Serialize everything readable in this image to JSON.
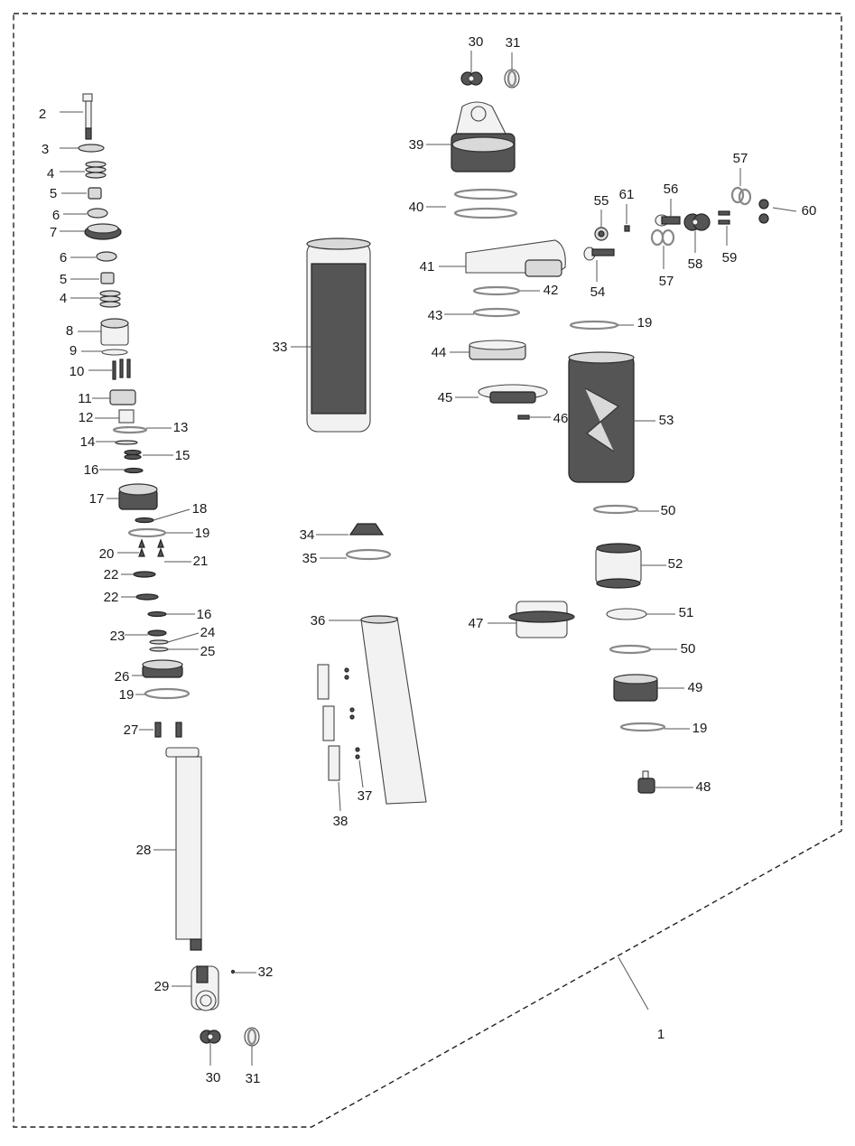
{
  "diagram": {
    "assembly_label": "1",
    "callouts": [
      {
        "id": "c2",
        "text": "2"
      },
      {
        "id": "c3",
        "text": "3"
      },
      {
        "id": "c4a",
        "text": "4"
      },
      {
        "id": "c5a",
        "text": "5"
      },
      {
        "id": "c6a",
        "text": "6"
      },
      {
        "id": "c7",
        "text": "7"
      },
      {
        "id": "c6b",
        "text": "6"
      },
      {
        "id": "c5b",
        "text": "5"
      },
      {
        "id": "c4b",
        "text": "4"
      },
      {
        "id": "c8",
        "text": "8"
      },
      {
        "id": "c9",
        "text": "9"
      },
      {
        "id": "c10",
        "text": "10"
      },
      {
        "id": "c11",
        "text": "11"
      },
      {
        "id": "c12",
        "text": "12"
      },
      {
        "id": "c13",
        "text": "13"
      },
      {
        "id": "c14",
        "text": "14"
      },
      {
        "id": "c15",
        "text": "15"
      },
      {
        "id": "c16a",
        "text": "16"
      },
      {
        "id": "c17",
        "text": "17"
      },
      {
        "id": "c18",
        "text": "18"
      },
      {
        "id": "c19a",
        "text": "19"
      },
      {
        "id": "c20",
        "text": "20"
      },
      {
        "id": "c21",
        "text": "21"
      },
      {
        "id": "c22a",
        "text": "22"
      },
      {
        "id": "c22b",
        "text": "22"
      },
      {
        "id": "c16b",
        "text": "16"
      },
      {
        "id": "c23",
        "text": "23"
      },
      {
        "id": "c24",
        "text": "24"
      },
      {
        "id": "c25",
        "text": "25"
      },
      {
        "id": "c26",
        "text": "26"
      },
      {
        "id": "c19b",
        "text": "19"
      },
      {
        "id": "c27",
        "text": "27"
      },
      {
        "id": "c28",
        "text": "28"
      },
      {
        "id": "c29",
        "text": "29"
      },
      {
        "id": "c32",
        "text": "32"
      },
      {
        "id": "c30b",
        "text": "30"
      },
      {
        "id": "c31b",
        "text": "31"
      },
      {
        "id": "c30a",
        "text": "30"
      },
      {
        "id": "c31a",
        "text": "31"
      },
      {
        "id": "c39",
        "text": "39"
      },
      {
        "id": "c40",
        "text": "40"
      },
      {
        "id": "c41",
        "text": "41"
      },
      {
        "id": "c42",
        "text": "42"
      },
      {
        "id": "c43",
        "text": "43"
      },
      {
        "id": "c44",
        "text": "44"
      },
      {
        "id": "c45",
        "text": "45"
      },
      {
        "id": "c46",
        "text": "46"
      },
      {
        "id": "c33",
        "text": "33"
      },
      {
        "id": "c34",
        "text": "34"
      },
      {
        "id": "c35",
        "text": "35"
      },
      {
        "id": "c36",
        "text": "36"
      },
      {
        "id": "c37",
        "text": "37"
      },
      {
        "id": "c38",
        "text": "38"
      },
      {
        "id": "c47",
        "text": "47"
      },
      {
        "id": "c55",
        "text": "55"
      },
      {
        "id": "c61",
        "text": "61"
      },
      {
        "id": "c54",
        "text": "54"
      },
      {
        "id": "c56",
        "text": "56"
      },
      {
        "id": "c57a",
        "text": "57"
      },
      {
        "id": "c57b",
        "text": "57"
      },
      {
        "id": "c58",
        "text": "58"
      },
      {
        "id": "c59",
        "text": "59"
      },
      {
        "id": "c60",
        "text": "60"
      },
      {
        "id": "c19c",
        "text": "19"
      },
      {
        "id": "c53",
        "text": "53"
      },
      {
        "id": "c50a",
        "text": "50"
      },
      {
        "id": "c52",
        "text": "52"
      },
      {
        "id": "c51",
        "text": "51"
      },
      {
        "id": "c50b",
        "text": "50"
      },
      {
        "id": "c49",
        "text": "49"
      },
      {
        "id": "c19d",
        "text": "19"
      },
      {
        "id": "c48",
        "text": "48"
      }
    ]
  }
}
